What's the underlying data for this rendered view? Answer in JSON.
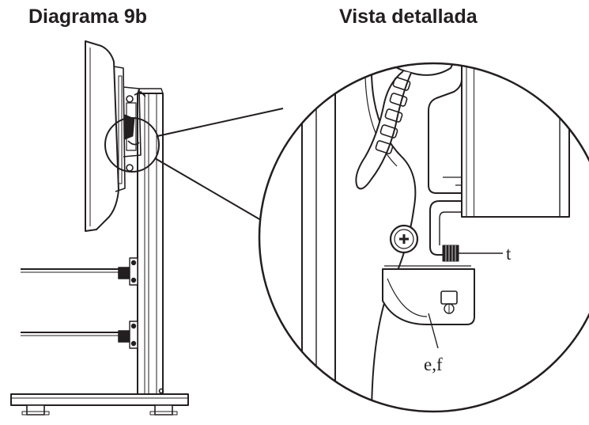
{
  "titles": {
    "left": "Diagrama 9b",
    "right": "Vista detallada"
  },
  "callouts": {
    "t": "t",
    "ef": "e,f"
  },
  "colors": {
    "ink": "#231f20",
    "paper": "#ffffff"
  }
}
